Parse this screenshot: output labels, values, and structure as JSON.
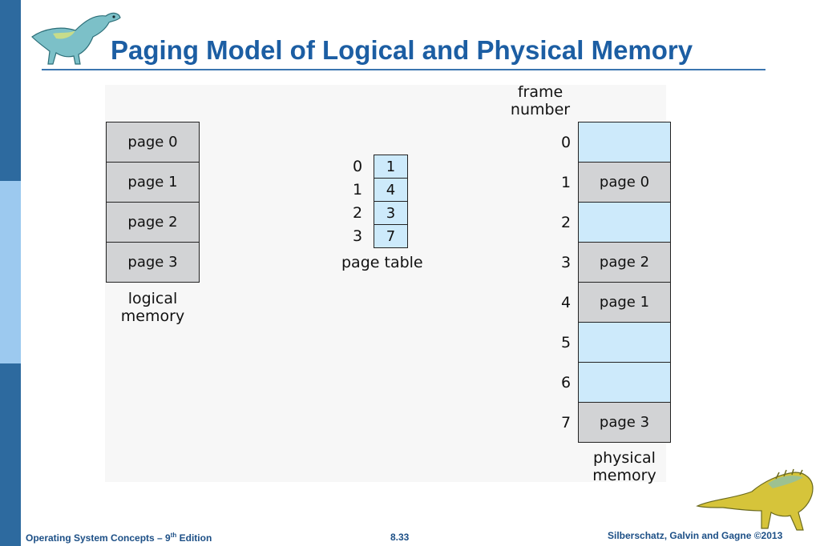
{
  "slide": {
    "title": "Paging Model of Logical and Physical Memory",
    "colors": {
      "sidebar": "#2d6a9f",
      "sidebar_light": "#9cc9ef",
      "title": "#1c5ea3",
      "page_cell": "#d2d3d5",
      "empty_frame": "#cdeafb"
    }
  },
  "logical_memory": {
    "pages": [
      "page 0",
      "page 1",
      "page 2",
      "page 3"
    ],
    "label_line1": "logical",
    "label_line2": "memory"
  },
  "page_table": {
    "indices": [
      "0",
      "1",
      "2",
      "3"
    ],
    "frames": [
      "1",
      "4",
      "3",
      "7"
    ],
    "label": "page table"
  },
  "physical_memory": {
    "header_line1": "frame",
    "header_line2": "number",
    "frames": [
      {
        "number": "0",
        "content": ""
      },
      {
        "number": "1",
        "content": "page 0"
      },
      {
        "number": "2",
        "content": ""
      },
      {
        "number": "3",
        "content": "page 2"
      },
      {
        "number": "4",
        "content": "page 1"
      },
      {
        "number": "5",
        "content": ""
      },
      {
        "number": "6",
        "content": ""
      },
      {
        "number": "7",
        "content": "page 3"
      }
    ],
    "label_line1": "physical",
    "label_line2": "memory"
  },
  "footer": {
    "book_prefix": "Operating System Concepts – 9",
    "book_sup": "th",
    "book_suffix": " Edition",
    "slide_number": "8.33",
    "authors": "Silberschatz, Galvin and Gagne ©2013"
  },
  "icons": {
    "top_logo": "dinosaur-logo-icon",
    "bottom_logo": "dinosaur-logo-icon"
  }
}
